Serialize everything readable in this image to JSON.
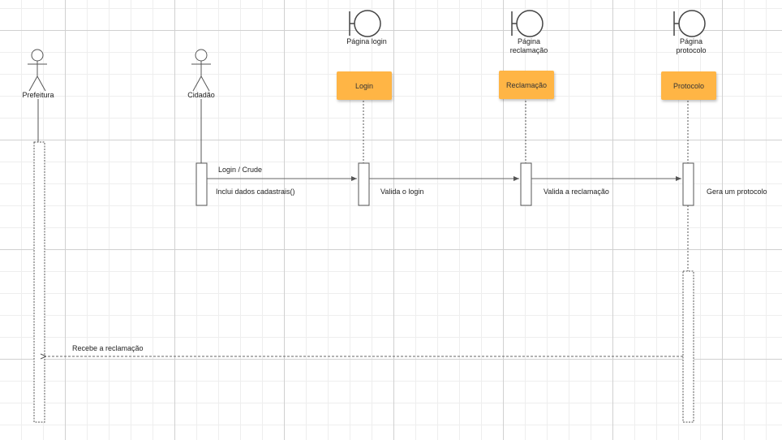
{
  "actors": {
    "prefeitura": "Prefeitura",
    "cidadao": "Cidadão"
  },
  "boundaries": {
    "login": "Página login",
    "reclamacao_line1": "Página",
    "reclamacao_line2": "reclamação",
    "protocolo_line1": "Página",
    "protocolo_line2": "protocolo"
  },
  "objects": {
    "login": "Login",
    "reclamacao": "Reclamação",
    "protocolo": "Protocolo"
  },
  "messages": {
    "login_crude": "Login / Crude",
    "inclui_dados": "Inclui dados cadastrais()",
    "valida_login": "Valida o login",
    "valida_reclamacao": "Valida a reclamação",
    "gera_protocolo": "Gera um protocolo",
    "recebe_reclamacao": "Recebe a reclamação"
  },
  "colors": {
    "object_fill": "#ffb545",
    "line": "#555555"
  }
}
